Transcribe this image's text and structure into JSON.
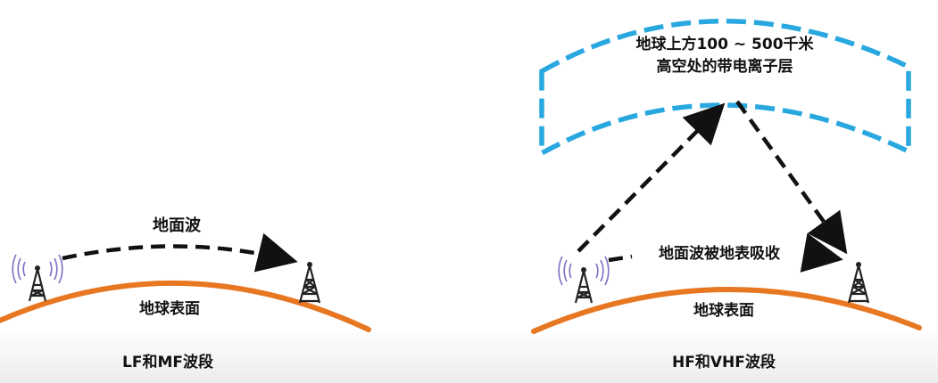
{
  "left_panel": {
    "wave_label": "地面波",
    "surface_label": "地球表面",
    "caption": "LF和MF波段"
  },
  "right_panel": {
    "ionosphere_line1": "地球上方100 ~ 500千米",
    "ionosphere_line2": "高空处的带电离子层",
    "absorbed_label": "地面波被地表吸收",
    "surface_label": "地球表面",
    "caption": "HF和VHF波段"
  },
  "colors": {
    "earth_surface": "#e87722",
    "ionosphere": "#29a8e0",
    "arrow": "#111111",
    "radio_waves": "#7b6fc4",
    "tower": "#222222"
  },
  "icons": {
    "transmitter": "radio-tower-with-waves",
    "receiver": "radio-tower"
  }
}
